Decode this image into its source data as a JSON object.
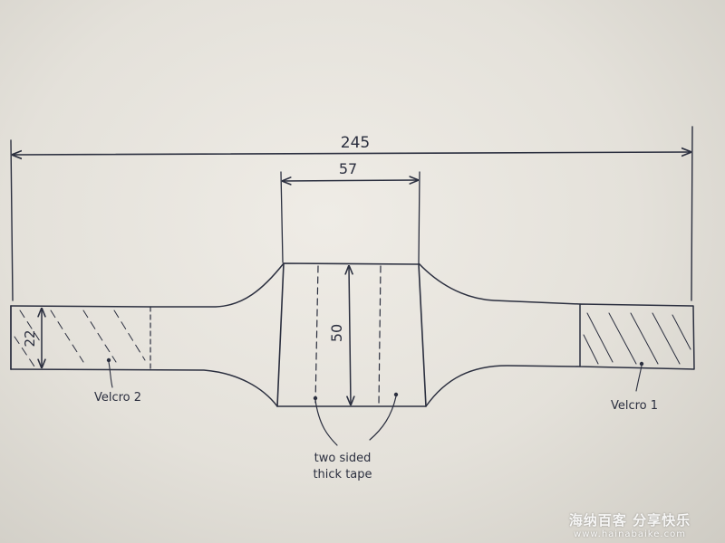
{
  "dimensions": {
    "total_length": "245",
    "center_width": "57",
    "center_height": "50",
    "strap_height": "22"
  },
  "labels": {
    "velcro_left": "Velcro 2",
    "velcro_right": "Velcro 1",
    "tape_line1": "two sided",
    "tape_line2": "thick tape"
  },
  "watermark": {
    "line1": "海纳百客 分享快乐",
    "line2": "www.hainabaike.com"
  },
  "colors": {
    "ink": "#2b2f3f",
    "paper": "#ebe8e2"
  }
}
